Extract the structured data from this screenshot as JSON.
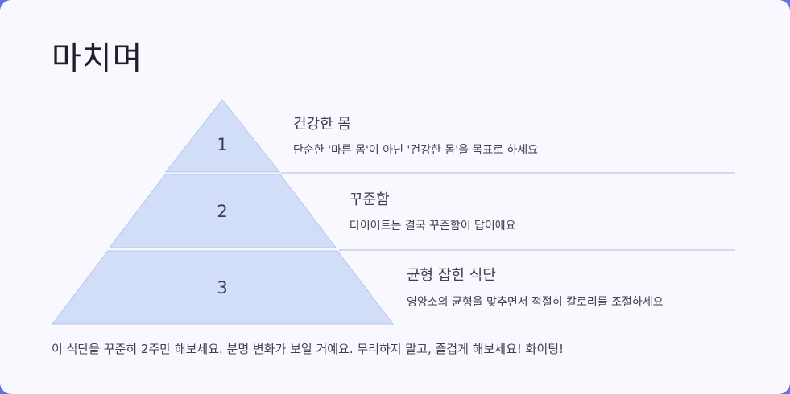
{
  "slide": {
    "title": "마치며",
    "colors": {
      "frame": "#5b74e6",
      "card": "#f8f8fe",
      "tier_fill": "#d2ddf7",
      "tier_stroke": "#b7c6ee",
      "separator": "#d5d9ec",
      "text": "#3f4050"
    }
  },
  "pyramid": {
    "tiers": [
      {
        "number": "1",
        "heading": "건강한 몸",
        "description": "단순한 '마른 몸'이 아닌 '건강한 몸'을 목표로 하세요"
      },
      {
        "number": "2",
        "heading": "꾸준함",
        "description": "다이어트는 결국 꾸준함이 답이에요"
      },
      {
        "number": "3",
        "heading": "균형 잡힌 식단",
        "description": "영양소의 균형을 맞추면서 적절히 칼로리를 조절하세요"
      }
    ]
  },
  "footer": {
    "text": "이 식단을 꾸준히 2주만 해보세요. 분명 변화가 보일 거예요. 무리하지 말고, 즐겁게 해보세요! 화이팅!"
  }
}
